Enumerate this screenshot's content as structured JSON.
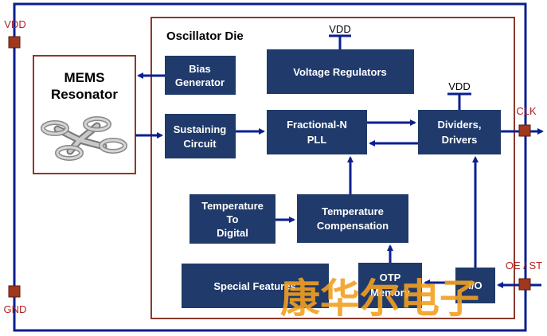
{
  "pins": {
    "vdd": "VDD",
    "gnd": "GND",
    "clk": "CLK",
    "oe_st": "OE / ST"
  },
  "die_title": "Oscillator Die",
  "mems": {
    "line1": "MEMS",
    "line2": "Resonator"
  },
  "blocks": {
    "bias": [
      "Bias",
      "Generator"
    ],
    "vreg": [
      "Voltage Regulators"
    ],
    "sustain": [
      "Sustaining",
      "Circuit"
    ],
    "pll": [
      "Fractional-N",
      "PLL"
    ],
    "div": [
      "Dividers,",
      "Drivers"
    ],
    "ttd": [
      "Temperature",
      "To",
      "Digital"
    ],
    "tcomp": [
      "Temperature",
      "Compensation"
    ],
    "special": [
      "Special Features"
    ],
    "otp": [
      "OTP",
      "Memory"
    ],
    "io": [
      "I/O"
    ]
  },
  "vdd_taps": {
    "top": "VDD",
    "divider": "VDD"
  },
  "watermark": "康华尔电子",
  "colors": {
    "block": "#1f3a6b",
    "arrow": "#0a1f8f",
    "die_border": "#8b3a2a",
    "pin": "#a0381e",
    "watermark": "#f2a020"
  }
}
